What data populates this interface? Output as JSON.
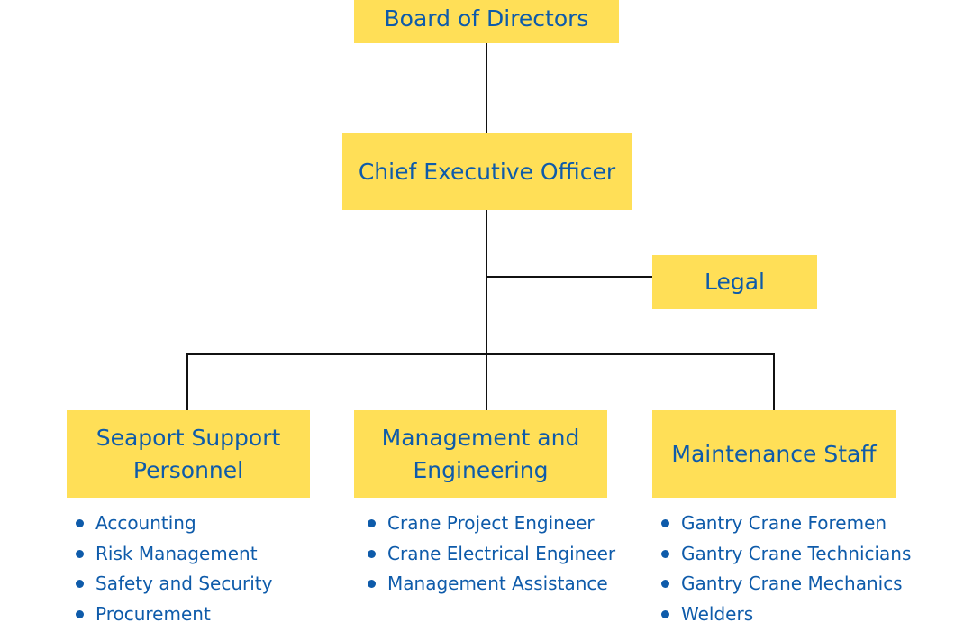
{
  "colors": {
    "box_fill": "#FFDF57",
    "text": "#0E5BAA",
    "connector": "#111111"
  },
  "nodes": {
    "board": "Board of Directors",
    "ceo": "Chief Executive Officer",
    "legal": "Legal",
    "seaport": [
      "Seaport Support",
      "Personnel"
    ],
    "management": [
      "Management and",
      "Engineering"
    ],
    "maintenance": "Maintenance Staff"
  },
  "lists": {
    "seaport": [
      "Accounting",
      "Risk Management",
      "Safety and Security",
      "Procurement"
    ],
    "management": [
      "Crane Project Engineer",
      "Crane Electrical Engineer",
      "Management Assistance"
    ],
    "maintenance": [
      "Gantry Crane Foremen",
      "Gantry Crane Technicians",
      "Gantry Crane Mechanics",
      "Welders"
    ]
  }
}
